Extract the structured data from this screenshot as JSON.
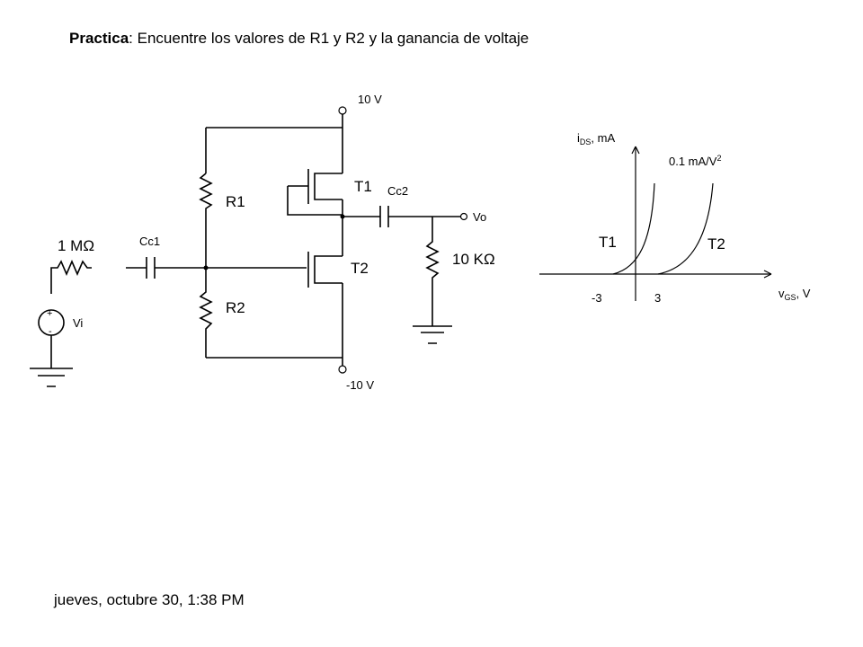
{
  "title": {
    "bold": "Practica",
    "rest": ": Encuentre los valores de R1 y R2 y la ganancia de voltaje"
  },
  "circuit": {
    "vdd": "10 V",
    "vss": "-10 V",
    "r1": "R1",
    "r2": "R2",
    "t1": "T1",
    "t2": "T2",
    "cc1": "Cc1",
    "cc2": "Cc2",
    "rsource": "1 MΩ",
    "rload": "10 KΩ",
    "vo": "Vo",
    "vi": "Vi",
    "plus": "+",
    "minus": "-"
  },
  "graph": {
    "ylabel_main": "i",
    "ylabel_sub": "DS",
    "ylabel_rest": ", mA",
    "xlabel_main": "v",
    "xlabel_sub": "GS",
    "xlabel_rest": ", V",
    "k_label": "0.1 mA/V",
    "k_sup": "2",
    "curve1": "T1",
    "curve2": "T2",
    "tick_neg": "-3",
    "tick_pos": "3"
  },
  "footer": "jueves, octubre 30, 1:38 PM"
}
